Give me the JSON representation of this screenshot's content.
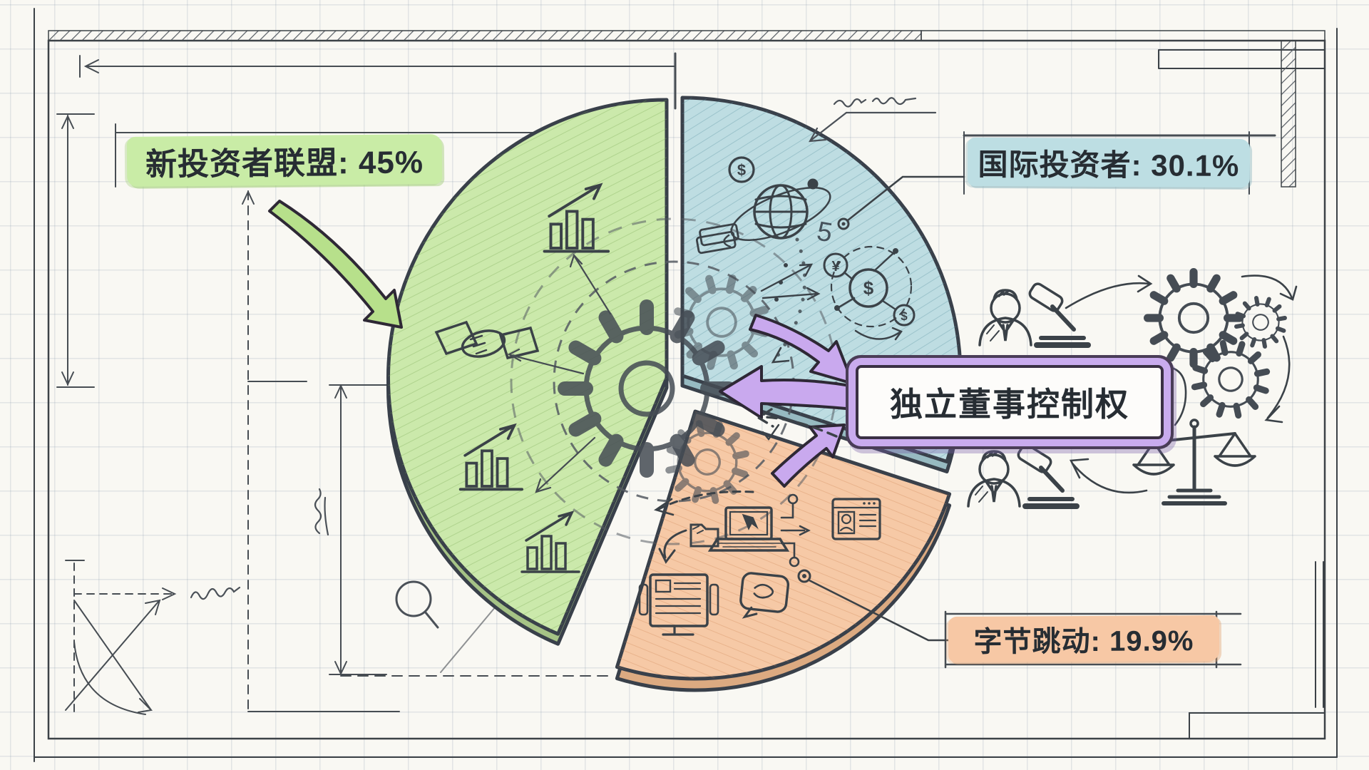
{
  "chart_data": {
    "type": "pie",
    "style": "hand-drawn blueprint sketch, exploded 3D pie on graph paper",
    "unit": "%",
    "slices": [
      {
        "label": "新投资者联盟",
        "value": 45,
        "display": "新投资者联盟: 45%",
        "color": "#c9eca6"
      },
      {
        "label": "国际投资者",
        "value": 30.1,
        "display": "国际投资者: 30.1%",
        "color": "#bddee3"
      },
      {
        "label": "字节跳动",
        "value": 19.9,
        "display": "字节跳动: 19.9%",
        "color": "#f7c8a5"
      }
    ],
    "center_callout": "独立董事控制权",
    "legend_position": "callout labels around pie"
  },
  "center_box": {
    "text": "独立董事控制权",
    "accent": "#c9abee"
  },
  "glyphs": {
    "dollar": "$",
    "yen": "¥",
    "five": "5"
  },
  "icons": [
    "bar-chart-icon",
    "handshake-icon",
    "gear-icon",
    "globe-icon",
    "dollar-coin-icon",
    "yen-coin-icon",
    "banknote-icon",
    "currency-network-icon",
    "folder-icon",
    "laptop-cursor-icon",
    "browser-id-card-icon",
    "monitor-document-icon",
    "chat-bubble-icon",
    "judge-gavel-icon",
    "gears-icon",
    "scales-of-justice-icon",
    "green-arrow",
    "purple-arrows",
    "dimension-lines"
  ],
  "annotations": [
    {
      "name": "cursive-note-top",
      "legible": false
    },
    {
      "name": "cursive-note-left-vertical",
      "legible": false
    },
    {
      "name": "cursive-note-bottom-left",
      "legible": false
    }
  ],
  "colors": {
    "green_slice": "#cbe9ab",
    "blue_slice": "#bedde2",
    "orange_slice": "#f6c9a6",
    "purple_accent": "#c9abee",
    "ink": "#3a4045",
    "paper": "#f9f8f3",
    "grid": "#cdd6dd"
  }
}
